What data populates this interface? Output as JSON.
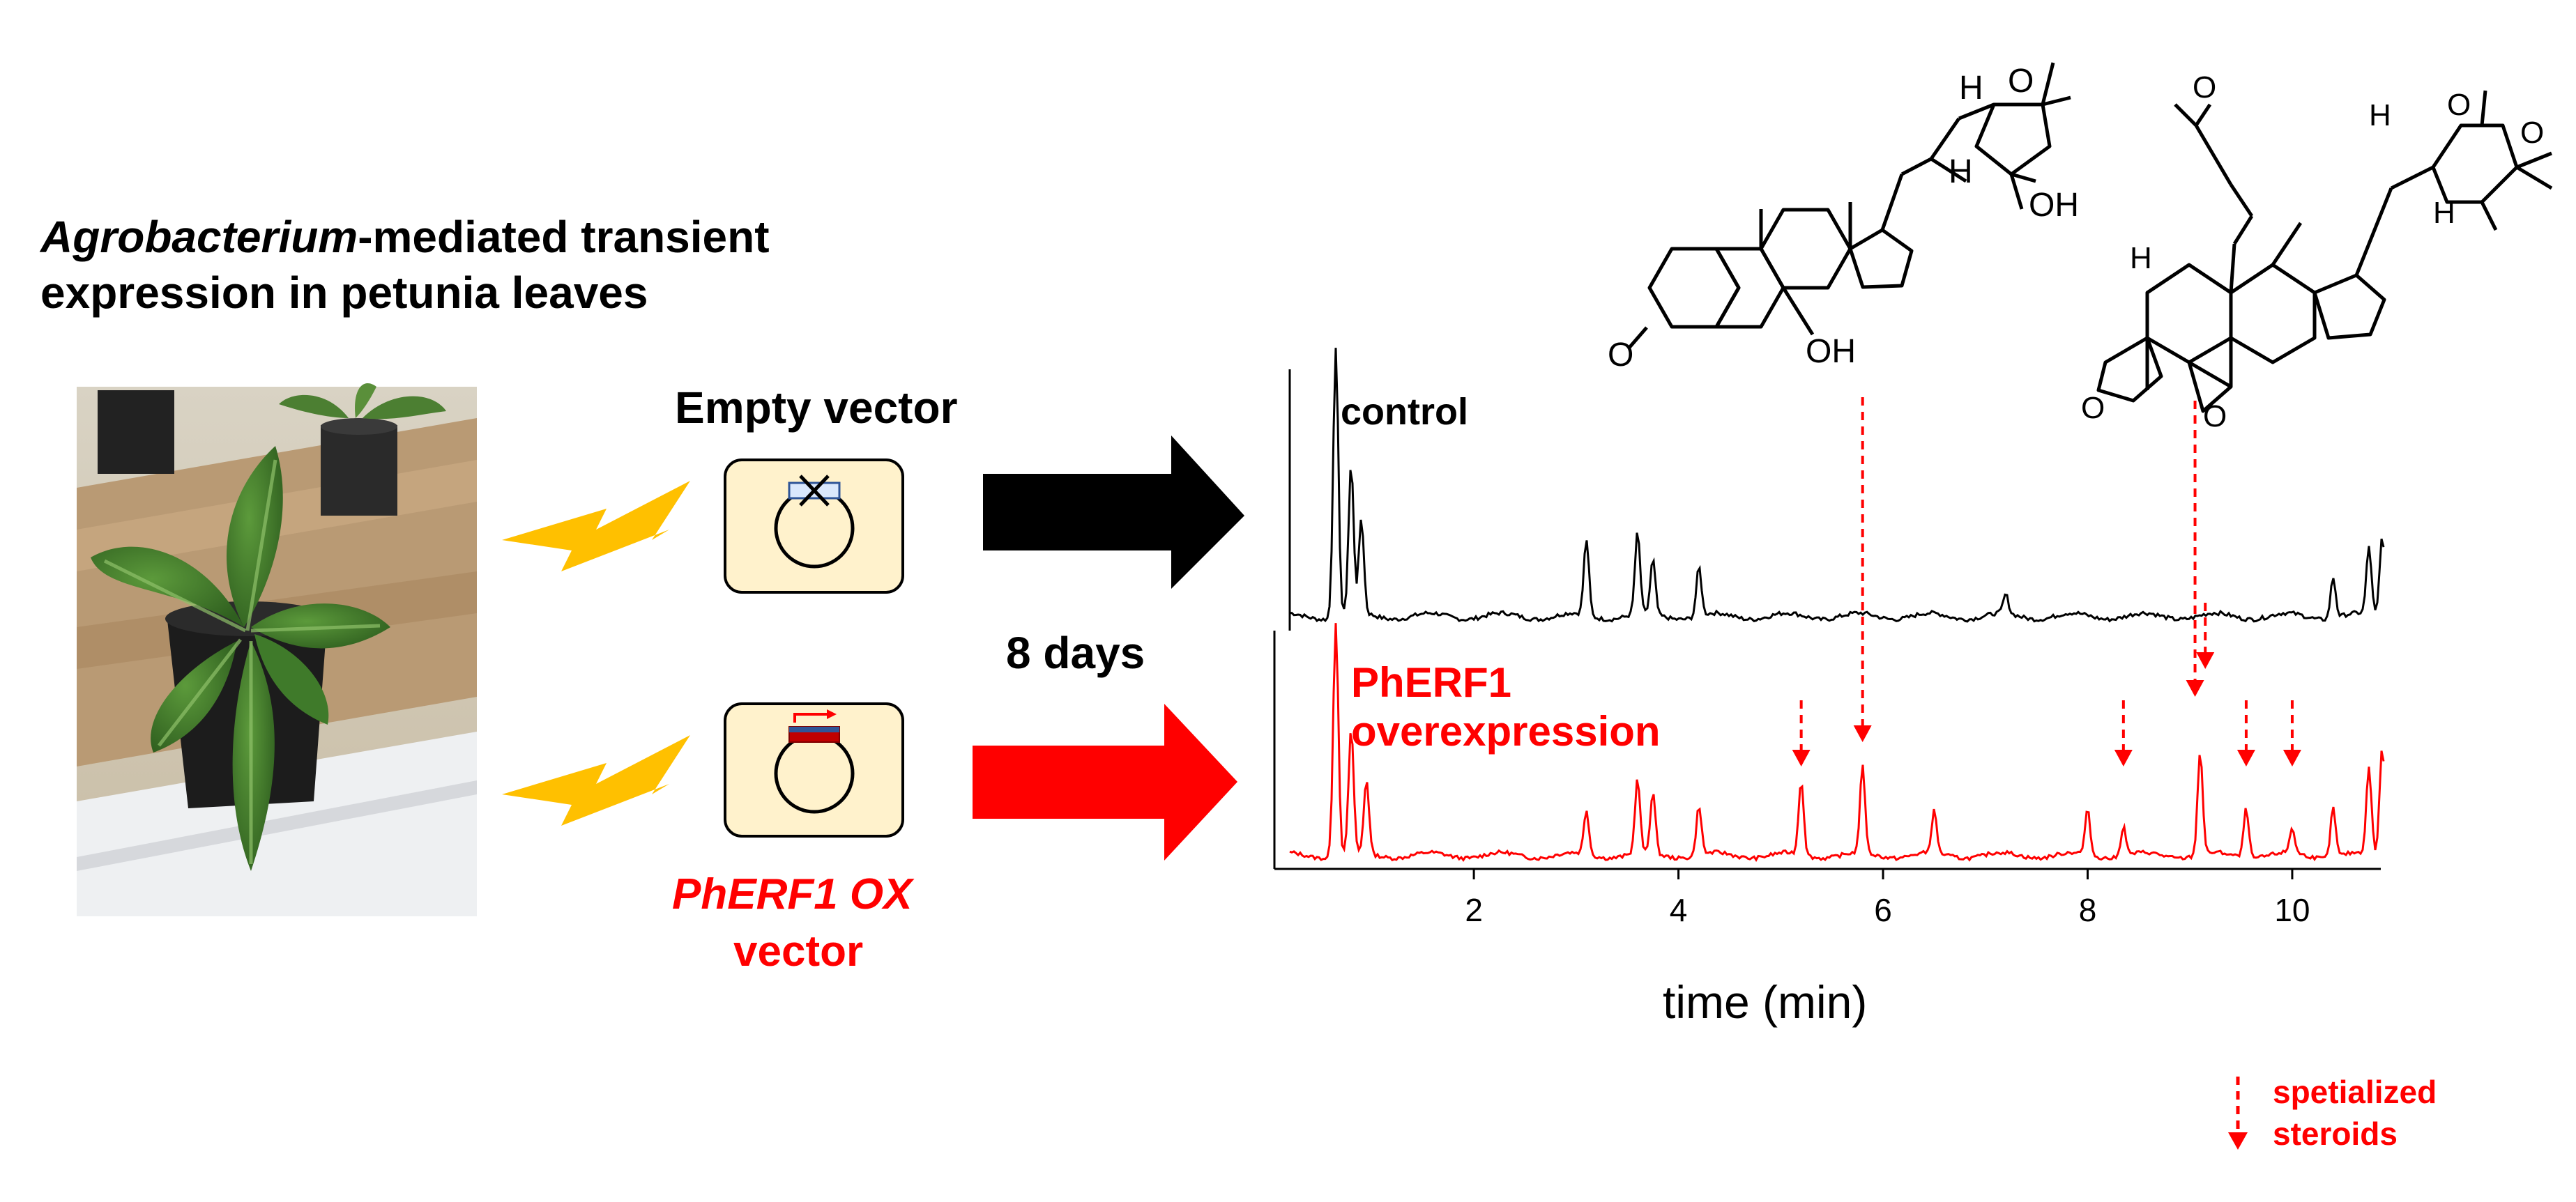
{
  "title": {
    "line1_italic": "Agrobacterium",
    "line1_rest": "-mediated transient",
    "line2": "expression in petunia leaves"
  },
  "vectors": {
    "empty_label": "Empty vector",
    "ox_label_italic": "PhERF1 OX",
    "ox_label_line2": "vector"
  },
  "incubation_label": "8 days",
  "chromatogram": {
    "control_label": "control",
    "ox_label_line1": "PhERF1",
    "ox_label_line2": "overexpression",
    "xlabel": "time (min)",
    "xticks": [
      "2",
      "4",
      "6",
      "8",
      "10"
    ]
  },
  "legend": {
    "line1": "spetialized",
    "line2": "steroids"
  },
  "chemistry": {
    "left_labels": [
      "H",
      "O",
      "H",
      "OH",
      "O",
      "OH"
    ],
    "right_labels": [
      "O",
      "H",
      "O",
      "O",
      "H",
      "H",
      "O",
      "O"
    ]
  },
  "colors": {
    "control_trace": "#000000",
    "ox_trace": "#ff0000",
    "arrow_control": "#000000",
    "arrow_ox": "#ff0000",
    "lightning": "#ffc000",
    "plasmid_box_fill": "#fff2cc",
    "steroid_marker": "#ff0000"
  },
  "chart_data": {
    "type": "line",
    "xlabel": "time (min)",
    "xlim": [
      0.2,
      10.9
    ],
    "x_ticks": [
      2,
      4,
      6,
      8,
      10
    ],
    "series": [
      {
        "name": "control",
        "color": "#000000",
        "peaks": [
          [
            0.65,
            1.0
          ],
          [
            0.8,
            0.55
          ],
          [
            0.9,
            0.35
          ],
          [
            3.1,
            0.28
          ],
          [
            3.6,
            0.3
          ],
          [
            3.75,
            0.2
          ],
          [
            4.2,
            0.18
          ],
          [
            7.2,
            0.07
          ],
          [
            10.4,
            0.15
          ],
          [
            10.75,
            0.25
          ],
          [
            10.88,
            0.3
          ]
        ]
      },
      {
        "name": "PhERF1 overexpression",
        "color": "#ff0000",
        "peaks": [
          [
            0.65,
            0.95
          ],
          [
            0.8,
            0.5
          ],
          [
            0.95,
            0.3
          ],
          [
            3.1,
            0.18
          ],
          [
            3.6,
            0.3
          ],
          [
            3.75,
            0.25
          ],
          [
            4.2,
            0.2
          ],
          [
            5.2,
            0.3
          ],
          [
            5.8,
            0.35
          ],
          [
            6.5,
            0.17
          ],
          [
            8.0,
            0.18
          ],
          [
            8.35,
            0.12
          ],
          [
            9.1,
            0.42
          ],
          [
            9.55,
            0.2
          ],
          [
            10.0,
            0.1
          ],
          [
            10.4,
            0.2
          ],
          [
            10.75,
            0.35
          ],
          [
            10.88,
            0.45
          ]
        ]
      }
    ],
    "steroid_peak_times": [
      5.2,
      5.8,
      8.35,
      9.05,
      9.15,
      9.55,
      10.0
    ]
  }
}
